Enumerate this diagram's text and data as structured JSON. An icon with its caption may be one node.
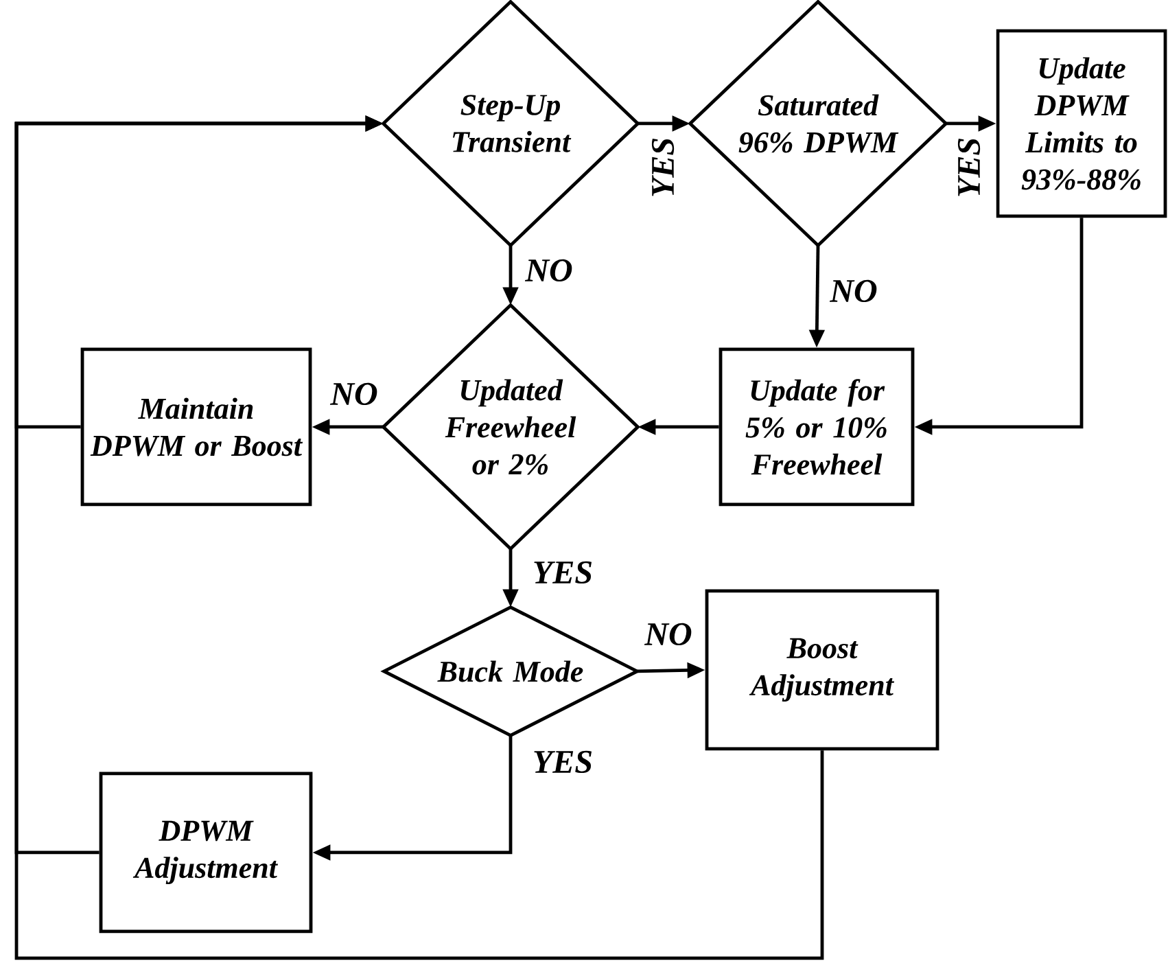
{
  "diagram": {
    "nodes": [
      {
        "text": [
          "Step-Up Transient"
        ]
      },
      {
        "text": [
          "Saturated 96% DPWM"
        ]
      },
      {
        "text": [
          "Update DPWM Limits to 93%-88%"
        ]
      },
      {
        "text": [
          "Updated Freewheel or 2%"
        ]
      },
      {
        "text": [
          "Maintain DPWM or Boost"
        ]
      },
      {
        "text": [
          "Update for 5% or 10% Freewheel"
        ]
      },
      {
        "text": [
          "Buck Mode"
        ]
      },
      {
        "text": [
          "Boost Adjustment"
        ]
      },
      {
        "text": [
          "DPWM Adjustment"
        ]
      }
    ],
    "edges": [
      {
        "from": 0,
        "to": 1,
        "arrow": "to",
        "label": "YES"
      },
      {
        "from": 1,
        "to": 2,
        "arrow": "to",
        "label": "YES"
      },
      {
        "from": 0,
        "to": 3,
        "arrow": "to",
        "label": "NO"
      },
      {
        "from": 1,
        "to": 5,
        "arrow": "to",
        "label": "NO"
      },
      {
        "from": 2,
        "to": 5,
        "arrow": "to"
      },
      {
        "from": 5,
        "to": 3,
        "arrow": "to"
      },
      {
        "from": 3,
        "to": 4,
        "arrow": "to",
        "label": "NO"
      },
      {
        "from": 3,
        "to": 6,
        "arrow": "to",
        "label": "YES"
      },
      {
        "from": 6,
        "to": 7,
        "arrow": "to",
        "label": "NO"
      },
      {
        "from": 6,
        "to": 8,
        "arrow": "to",
        "label": "YES"
      },
      {
        "from": 4,
        "to": 0,
        "arrow": "to"
      },
      {
        "from": 8,
        "to": 0,
        "arrow": "to"
      },
      {
        "from": 7,
        "to": 0,
        "arrow": "to"
      }
    ]
  }
}
